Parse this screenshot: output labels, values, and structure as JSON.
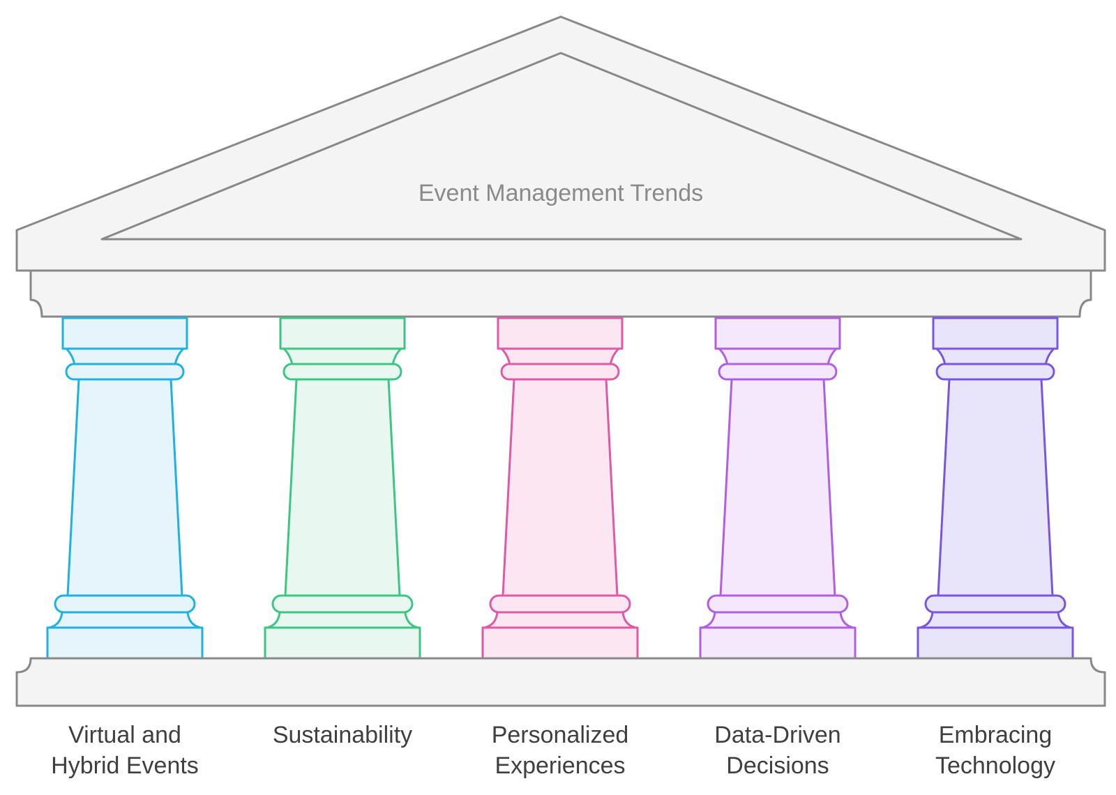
{
  "diagram": {
    "title": "Event Management Trends",
    "structure_color": "#888888",
    "structure_fill": "#f4f4f4",
    "pillars": [
      {
        "lines": [
          "Virtual and",
          "Hybrid Events"
        ],
        "stroke": "#1fb1df",
        "fill": "#e5f5fb"
      },
      {
        "lines": [
          "Sustainability",
          ""
        ],
        "stroke": "#3dc583",
        "fill": "#e8f7ef"
      },
      {
        "lines": [
          "Personalized",
          "Experiences"
        ],
        "stroke": "#de5aa6",
        "fill": "#fbe6f2"
      },
      {
        "lines": [
          "Data-Driven",
          "Decisions"
        ],
        "stroke": "#b05fe0",
        "fill": "#f5e7fc"
      },
      {
        "lines": [
          "Embracing",
          "Technology"
        ],
        "stroke": "#7a55e0",
        "fill": "#e8e4fa"
      }
    ]
  }
}
